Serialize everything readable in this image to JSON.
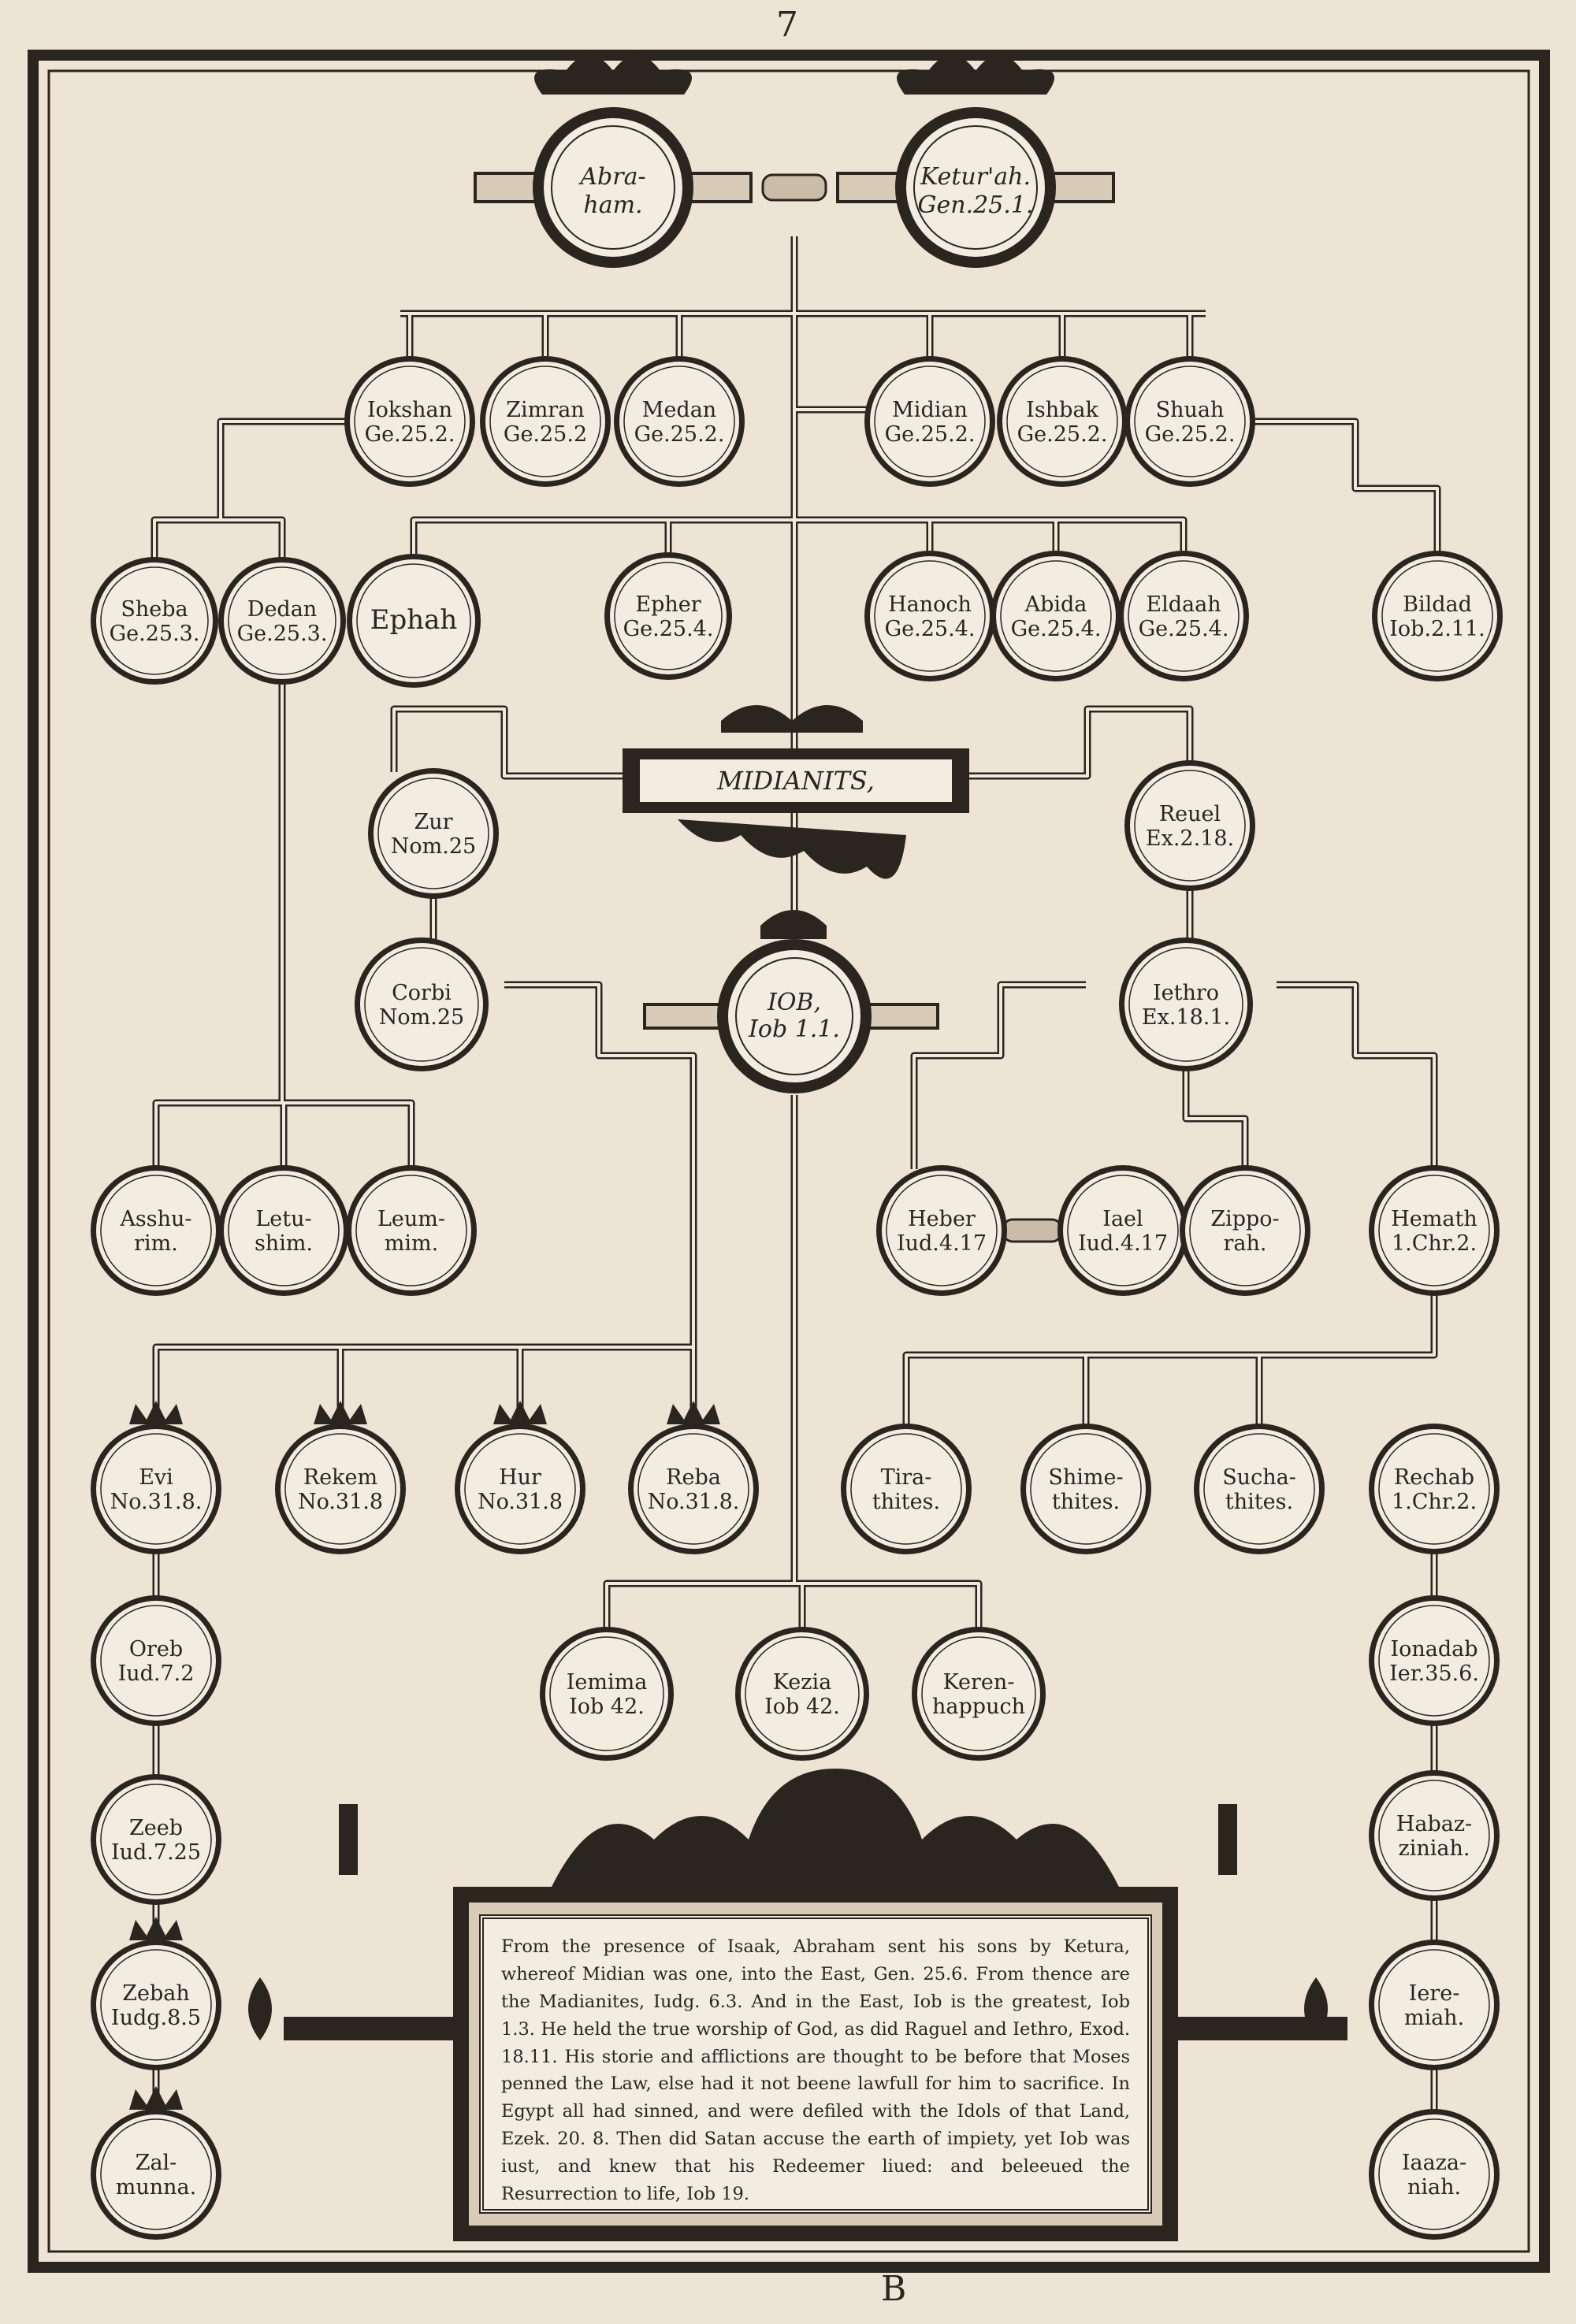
{
  "page": {
    "number": "7",
    "signature": "B"
  },
  "ancestors": {
    "father": "Abra- ham.",
    "mother": "Ketur'ah. Gen.25.1."
  },
  "people": {
    "jokshan": "Iokshan Ge.25.2.",
    "zimran": "Zimran Ge.25.2",
    "medan": "Medan Ge.25.2.",
    "midian": "Midian Ge.25.2.",
    "ishbak": "Ishbak Ge.25.2.",
    "shuah": "Shuah Ge.25.2.",
    "sheba": "Sheba Ge.25.3.",
    "dedan": "Dedan Ge.25.3.",
    "ephah": "Ephah",
    "epher": "Epher Ge.25.4.",
    "hanoch": "Hanoch Ge.25.4.",
    "abida": "Abida Ge.25.4.",
    "eldaah": "Eldaah Ge.25.4.",
    "bildad": "Bildad Iob.2.11.",
    "zur": "Zur Nom.25",
    "reuel": "Reuel Ex.2.18.",
    "cozbi": "Corbi Nom.25",
    "jethro": "Iethro Ex.18.1.",
    "asshurim": "Asshu- rim.",
    "letushim": "Letu- shim.",
    "leummim": "Leum- mim.",
    "heber": "Heber Iud.4.17",
    "jael": "Iael Iud.4.17",
    "zipporah": "Zippo- rah.",
    "hemath": "Hemath 1.Chr.2.",
    "evi": "Evi No.31.8.",
    "rekem": "Rekem No.31.8",
    "hur": "Hur No.31.8",
    "reba": "Reba No.31.8.",
    "tirathites": "Tira- thites.",
    "shimeathites": "Shime- thites.",
    "suchathites": "Sucha- thites.",
    "rechab": "Rechab 1.Chr.2.",
    "jemima": "Iemima Iob 42.",
    "kezia": "Kezia Iob 42.",
    "kerenhappuch": "Keren- happuch",
    "jonadab": "Ionadab Ier.35.6.",
    "oreb": "Oreb Iud.7.2",
    "zeeb": "Zeeb Iud.7.25",
    "habazziniah": "Habaz- ziniah.",
    "zebah": "Zebah Iudg.8.5",
    "jeremiah": "Iere- miah.",
    "zalmunna": "Zal- munna.",
    "jaazaniah": "Iaaza- niah."
  },
  "midianites_label": "MIDIANITS,",
  "job": "IOB, Iob 1.1.",
  "note_text": "From the presence of Isaak, Abraham sent his sons by Ketura, whereof Midian was one, into the East, Gen. 25.6. From thence are the Madianites, Iudg. 6.3. And in the East, Iob is the greatest, Iob 1.3. He held the true worship of God, as did Raguel and Iethro, Exod. 18.11. His storie and afflictions are thought to be before that Moses penned the Law, else had it not beene lawfull for him to sacrifice. In Egypt all had sinned, and were defiled with the Idols of that Land, Ezek. 20. 8. Then did Satan accuse the earth of impiety, yet Iob was iust, and knew that his Redeemer liued: and beleeued the Resurrection to life, Iob 19."
}
